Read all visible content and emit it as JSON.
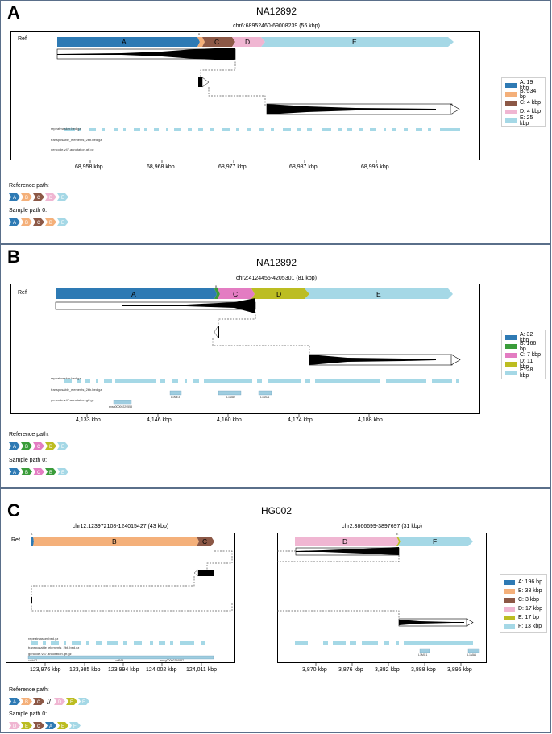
{
  "colors": {
    "A": "#2e7ab4",
    "B": "#f4b07a",
    "C": "#8c5846",
    "D": "#f0b6d2",
    "E": "#a5d8e6",
    "track": "#a5d8e6",
    "dash": "#555555"
  },
  "panel_a": {
    "label": "A",
    "title": "NA12892",
    "region": "chr6:68952460-69008239 (56 kbp)",
    "ref": "Ref",
    "track_repeat": "repeatmasker.bed.gz",
    "track_te": "transposable_elements_2bb.bed.gz",
    "track_gencode": "gencode.v47.annotation.gtf.gz",
    "ticks": [
      "68,958 kbp",
      "68,968 kbp",
      "68,977 kbp",
      "68,987 kbp",
      "68,996 kbp"
    ],
    "legend": [
      {
        "seg": "A",
        "label": "A: 19 kbp",
        "color": "#2e7ab4"
      },
      {
        "seg": "B",
        "label": "B: 534 bp",
        "color": "#f4b07a"
      },
      {
        "seg": "C",
        "label": "C: 4 kbp",
        "color": "#8c5846"
      },
      {
        "seg": "D",
        "label": "D: 4 kbp",
        "color": "#f0b6d2"
      },
      {
        "seg": "E",
        "label": "E: 25 kbp",
        "color": "#a5d8e6"
      }
    ],
    "ref_path_title": "Reference path:",
    "ref_path": [
      "A",
      "B",
      "C",
      "D",
      "E"
    ],
    "sample_path_title": "Sample path 0:",
    "sample_path": [
      "A",
      "B",
      "C",
      "B",
      "E"
    ]
  },
  "panel_b": {
    "label": "B",
    "title": "NA12892",
    "region": "chr2:4124455-4205301 (81 kbp)",
    "ref": "Ref",
    "track_repeat": "repeatmasker.bed.gz",
    "track_te": "transposable_elements_2bb.bed.gz",
    "track_gencode": "gencode.v47.annotation.gtf.gz",
    "gene1": "ensg00000229553",
    "te1": "L1ME3",
    "te2": "L1MA2",
    "te3": "L1MC1",
    "ticks": [
      "4,133 kbp",
      "4,146 kbp",
      "4,160 kbp",
      "4,174 kbp",
      "4,188 kbp"
    ],
    "legend": [
      {
        "seg": "A",
        "label": "A: 32 kbp",
        "color": "#2e7ab4"
      },
      {
        "seg": "B",
        "label": "B: 166 bp",
        "color": "#3a9c3a"
      },
      {
        "seg": "C",
        "label": "C: 7 kbp",
        "color": "#e37cc2"
      },
      {
        "seg": "D",
        "label": "D: 11 kbp",
        "color": "#bcbd22"
      },
      {
        "seg": "E",
        "label": "E: 28 kbp",
        "color": "#a5d8e6"
      }
    ],
    "ref_path_title": "Reference path:",
    "ref_path": [
      "A",
      "B",
      "C",
      "D",
      "E"
    ],
    "sample_path_title": "Sample path 0:",
    "sample_path": [
      "A",
      "B",
      "C",
      "B",
      "E"
    ]
  },
  "panel_c": {
    "label": "C",
    "title": "HG002",
    "ref": "Ref",
    "region1": "chr12:123972108-124015427 (43 kbp)",
    "region2": "chr2:3866699-3897697 (31 kbp)",
    "track_repeat": "repeatmasker.bed.gz",
    "track_te": "transposable_elements_2bb.bed.gz",
    "track_gencode": "gencode.v47.annotation.gtf.gz",
    "gene1": "ccdc92",
    "gene2": "znf664",
    "gene3": "ensg00000256837",
    "te1": "L1MC1",
    "te2": "L1MA1",
    "ticks1": [
      "123,976 kbp",
      "123,985 kbp",
      "123,994 kbp",
      "124,002 kbp",
      "124,011 kbp"
    ],
    "ticks2": [
      "3,870 kbp",
      "3,876 kbp",
      "3,882 kbp",
      "3,888 kbp",
      "3,895 kbp"
    ],
    "legend": [
      {
        "seg": "A",
        "label": "A: 196 bp",
        "color": "#2e7ab4"
      },
      {
        "seg": "B",
        "label": "B: 38 kbp",
        "color": "#f4b07a"
      },
      {
        "seg": "C",
        "label": "C: 3 kbp",
        "color": "#8c5846"
      },
      {
        "seg": "D",
        "label": "D: 17 kbp",
        "color": "#f0b6d2"
      },
      {
        "seg": "E",
        "label": "E: 17 bp",
        "color": "#bcbd22"
      },
      {
        "seg": "F",
        "label": "F: 13 kbp",
        "color": "#a5d8e6"
      }
    ],
    "ref_path_title": "Reference path:",
    "ref_path": [
      "A",
      "B",
      "C",
      "//",
      "D",
      "E",
      "F"
    ],
    "sample_path_title": "Sample path 0:",
    "sample_path": [
      "D",
      "E",
      "C",
      "A",
      "E",
      "F"
    ]
  }
}
